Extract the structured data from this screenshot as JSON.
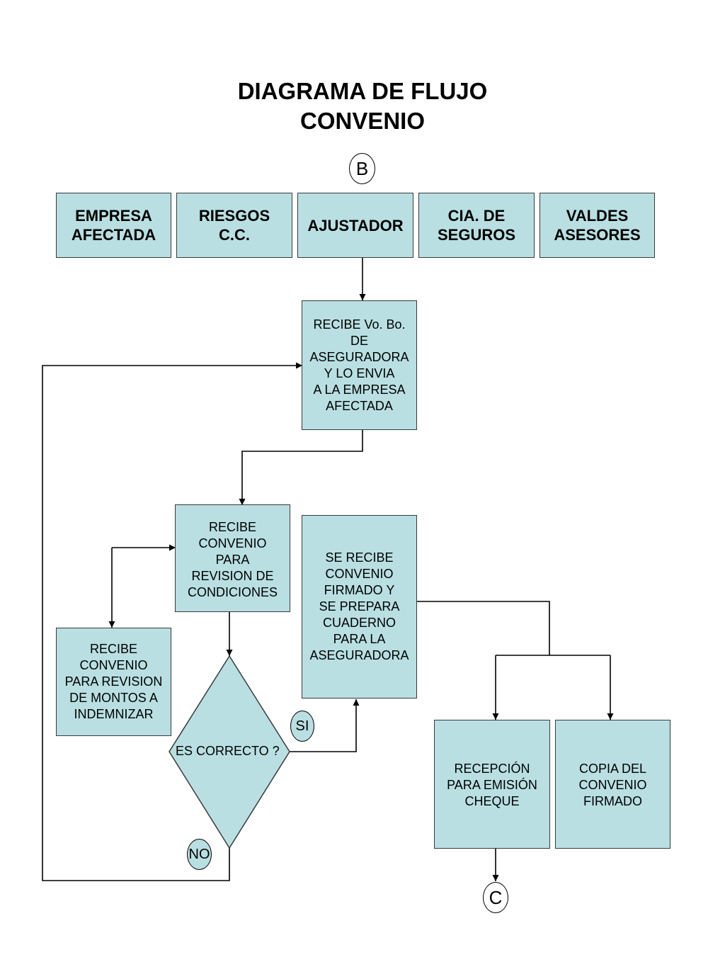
{
  "title": {
    "line1": "DIAGRAMA  DE  FLUJO",
    "line2": "CONVENIO"
  },
  "connectors": {
    "start": "B",
    "end": "C"
  },
  "headers": {
    "empresa": "EMPRESA\nAFECTADA",
    "riesgos": "RIESGOS\nC.C.",
    "ajustador": "AJUSTADOR",
    "cia": "CIA. DE\nSEGUROS",
    "valdes": "VALDES\nASESORES"
  },
  "steps": {
    "recibe_vobo": "RECIBE Vo. Bo.\nDE\nASEGURADORA\n Y LO ENVIA\nA LA EMPRESA\n AFECTADA",
    "recibe_condiciones": "RECIBE\nCONVENIO\nPARA\nREVISION DE\nCONDICIONES",
    "recibe_montos": "RECIBE\nCONVENIO\nPARA REVISION\nDE MONTOS A\nINDEMNIZAR",
    "se_recibe": "SE RECIBE\nCONVENIO\n FIRMADO Y\nSE  PREPARA\nCUADERNO\nPARA LA\nASEGURADORA",
    "recepcion": "RECEPCIÓN\nPARA EMISIÓN\n CHEQUE",
    "copia": "COPIA DEL\nCONVENIO\nFIRMADO"
  },
  "decision": {
    "question": "ES CORRECTO ?",
    "yes": "SI",
    "no": "NO"
  },
  "colors": {
    "box_fill": "#b9dfe2",
    "border": "#3a3a3a",
    "line": "#000000"
  }
}
